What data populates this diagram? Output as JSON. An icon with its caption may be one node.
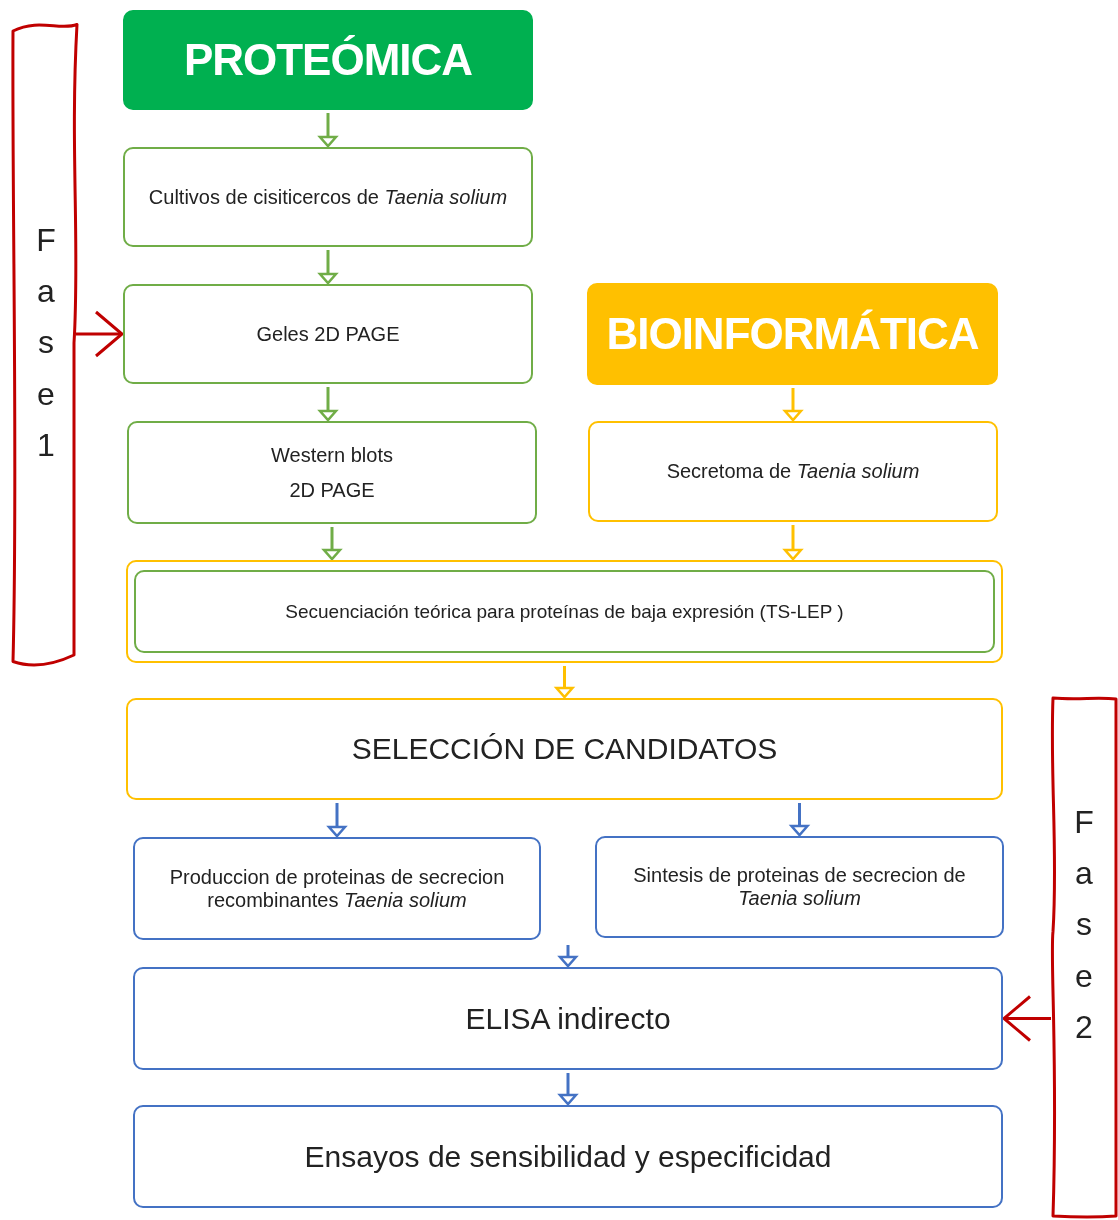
{
  "diagram": {
    "nodes": [
      {
        "text": [
          "PROTEÓMICA"
        ]
      },
      {
        "text": [
          "Cultivos de cisiticercos de *Taenia solium*"
        ]
      },
      {
        "text": [
          "Geles 2D PAGE"
        ]
      },
      {
        "text": [
          "Western blots",
          "2D PAGE"
        ]
      },
      {
        "text": [
          "BIOINFORMÁTICA"
        ]
      },
      {
        "text": [
          "Secretoma de *Taenia solium*"
        ]
      },
      {
        "text": [],
        "shape": "box"
      },
      {
        "text": [
          "Secuenciación teórica para proteínas de baja expresión (TS-LEP )"
        ],
        "in": 6
      },
      {
        "text": [
          "SELECCIÓN DE CANDIDATOS"
        ]
      },
      {
        "text": [
          "Produccion de proteinas de secrecion recombinantes *Taenia solium*"
        ]
      },
      {
        "text": [
          "Sintesis de proteinas de secrecion de *Taenia solium*"
        ]
      },
      {
        "text": [
          "ELISA indirecto"
        ]
      },
      {
        "text": [
          "Ensayos de sensibilidad y especificidad"
        ]
      },
      {
        "text": [
          "Fase 1"
        ]
      },
      {
        "text": [
          "Fase 2"
        ]
      }
    ],
    "edges": [
      {
        "from": 0,
        "to": 1,
        "arrow": "to",
        "color": "#70ad47"
      },
      {
        "from": 1,
        "to": 2,
        "arrow": "to",
        "color": "#70ad47"
      },
      {
        "from": 2,
        "to": 3,
        "arrow": "to",
        "color": "#70ad47"
      },
      {
        "from": 4,
        "to": 5,
        "arrow": "to",
        "color": "#ffc000"
      },
      {
        "from": 3,
        "to": 6,
        "arrow": "to",
        "color": "#70ad47"
      },
      {
        "from": 5,
        "to": 6,
        "arrow": "to",
        "color": "#ffc000"
      },
      {
        "from": 6,
        "to": 8,
        "arrow": "to",
        "color": "#ffc000"
      },
      {
        "from": 8,
        "to": 9,
        "arrow": "to",
        "color": "#4472c4"
      },
      {
        "from": 8,
        "to": 10,
        "arrow": "to",
        "color": "#4472c4"
      },
      {
        "from": null,
        "to": 11,
        "arrow": "to",
        "color": "#4472c4"
      },
      {
        "from": 11,
        "to": 12,
        "arrow": "to",
        "color": "#4472c4"
      },
      {
        "from": 13,
        "to": 2,
        "arrow": "to",
        "color": "#c00000"
      },
      {
        "from": 14,
        "to": 11,
        "arrow": "to",
        "color": "#c00000"
      }
    ]
  }
}
